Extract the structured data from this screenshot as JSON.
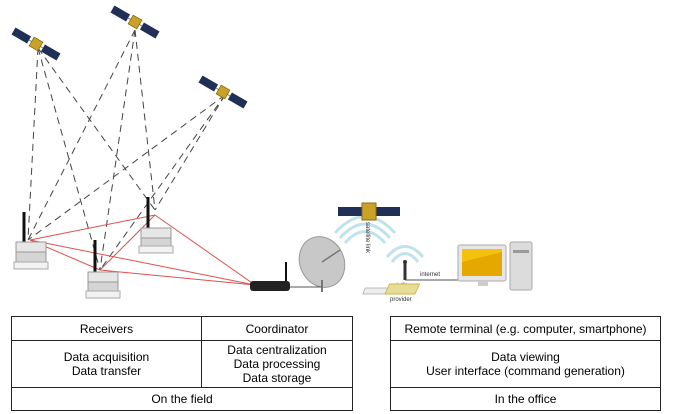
{
  "network_labels": {
    "satellite_link": "satellite link",
    "provider_line1": "satellite",
    "provider_line2": "internet",
    "provider_line3": "provider",
    "internet": "internet"
  },
  "field": {
    "receivers_header": "Receivers",
    "coordinator_header": "Coordinator",
    "receivers_tasks": [
      "Data acquisition",
      "Data transfer"
    ],
    "coordinator_tasks": [
      "Data centralization",
      "Data processing",
      "Data storage"
    ],
    "footer": "On the field"
  },
  "office": {
    "terminal_header": "Remote terminal (e.g. computer, smartphone)",
    "terminal_tasks": [
      "Data viewing",
      "User interface (command generation)"
    ],
    "footer": "In the office"
  },
  "colors": {
    "satellite_rays": "#444444",
    "receiver_links": "#d9534f",
    "satellite_body": "#c9a227",
    "solar_panel": "#1f2f55",
    "link_signal": "#bfe3ee",
    "monitor_screen": "#f4c20d"
  }
}
